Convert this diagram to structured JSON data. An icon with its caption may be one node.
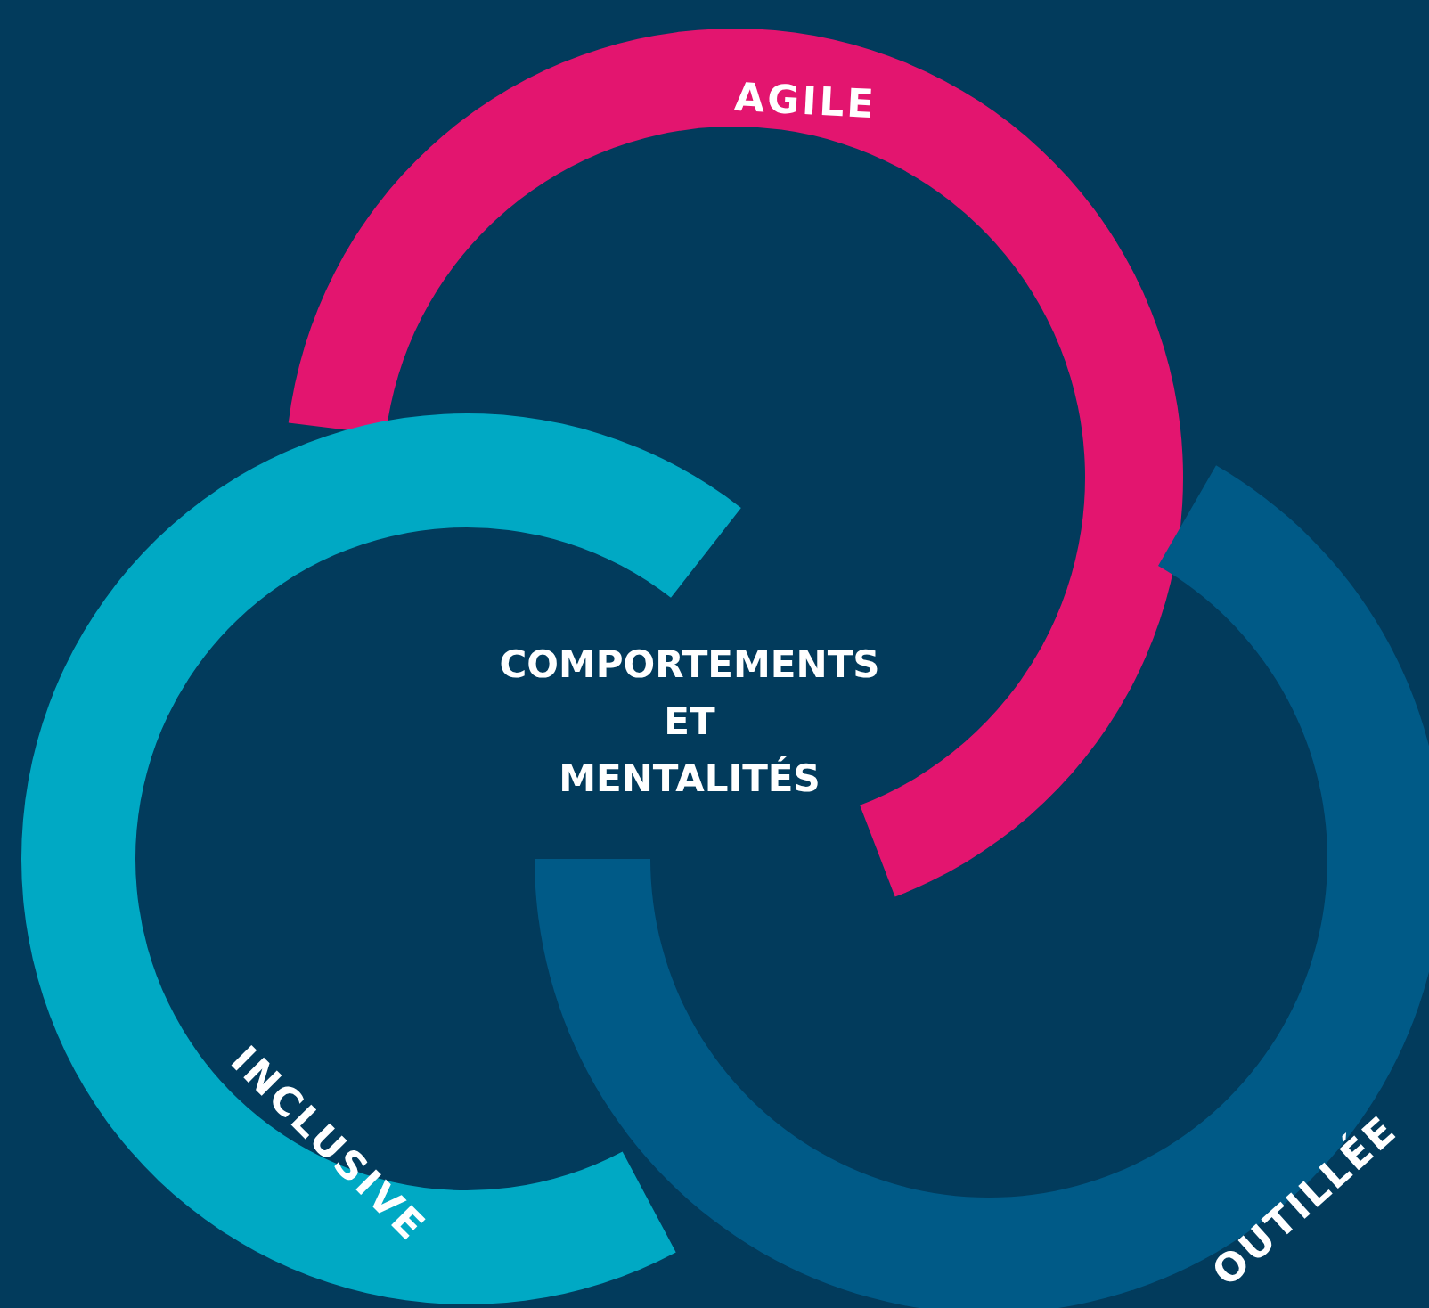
{
  "diagram": {
    "nodes": [
      {
        "text": [
          "AGILE"
        ]
      },
      {
        "text": [
          "INCLUSIVE"
        ]
      },
      {
        "text": [
          "OUTILLÉE"
        ]
      }
    ],
    "labels": [
      "COMPORTEMENTS ET MENTALITÉS"
    ]
  }
}
